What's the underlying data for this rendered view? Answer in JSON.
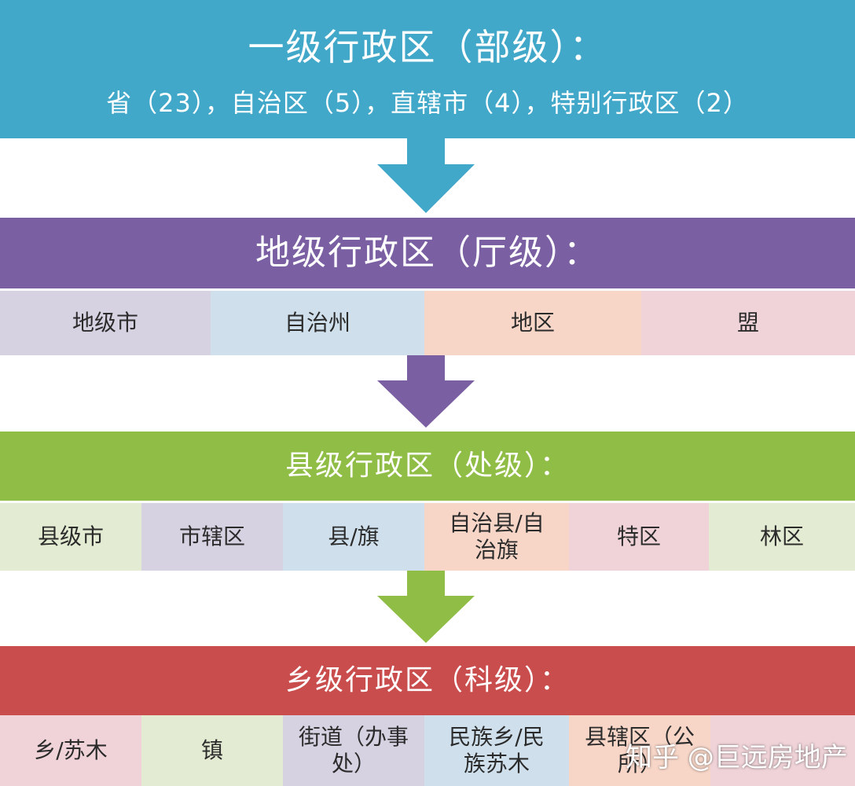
{
  "colors": {
    "level1": "#42a8c9",
    "level2": "#7a5fa3",
    "level3": "#8fbd45",
    "level4": "#c84d4c",
    "cell_purple_light": "#d6d2e2",
    "cell_blue_light": "#cfe0ec",
    "cell_peach": "#f7d6c8",
    "cell_pink": "#efd3d8",
    "cell_green_light": "#e3ecd3"
  },
  "level1": {
    "title": "一级行政区（部级）：",
    "subtitle": "省（23），自治区（5），直辖市（4），特别行政区（2）"
  },
  "level2": {
    "title": "地级行政区（厅级）：",
    "items": [
      {
        "label": "地级市",
        "color": "#d6d2e2"
      },
      {
        "label": "自治州",
        "color": "#cfe0ec"
      },
      {
        "label": "地区",
        "color": "#f7d6c8"
      },
      {
        "label": "盟",
        "color": "#efd3d8"
      }
    ]
  },
  "level3": {
    "title": "县级行政区（处级）：",
    "items": [
      {
        "label": "县级市",
        "color": "#e3ecd3"
      },
      {
        "label": "市辖区",
        "color": "#d6d2e2"
      },
      {
        "label": "县/旗",
        "color": "#cfe0ec"
      },
      {
        "label": "自治县/自治旗",
        "color": "#f7d6c8"
      },
      {
        "label": "特区",
        "color": "#efd3d8"
      },
      {
        "label": "林区",
        "color": "#e3ecd3"
      }
    ]
  },
  "level4": {
    "title": "乡级行政区（科级）：",
    "items": [
      {
        "label": "乡/苏木",
        "color": "#efd3d8"
      },
      {
        "label": "镇",
        "color": "#e3ecd3"
      },
      {
        "label": "街道（办事处）",
        "color": "#d6d2e2"
      },
      {
        "label": "民族乡/民族苏木",
        "color": "#cfe0ec"
      },
      {
        "label": "县辖区（公所）",
        "color": "#f7d6c8"
      },
      {
        "label": "",
        "color": "#efd3d8"
      }
    ]
  },
  "watermark": "知乎 @巨远房地产"
}
